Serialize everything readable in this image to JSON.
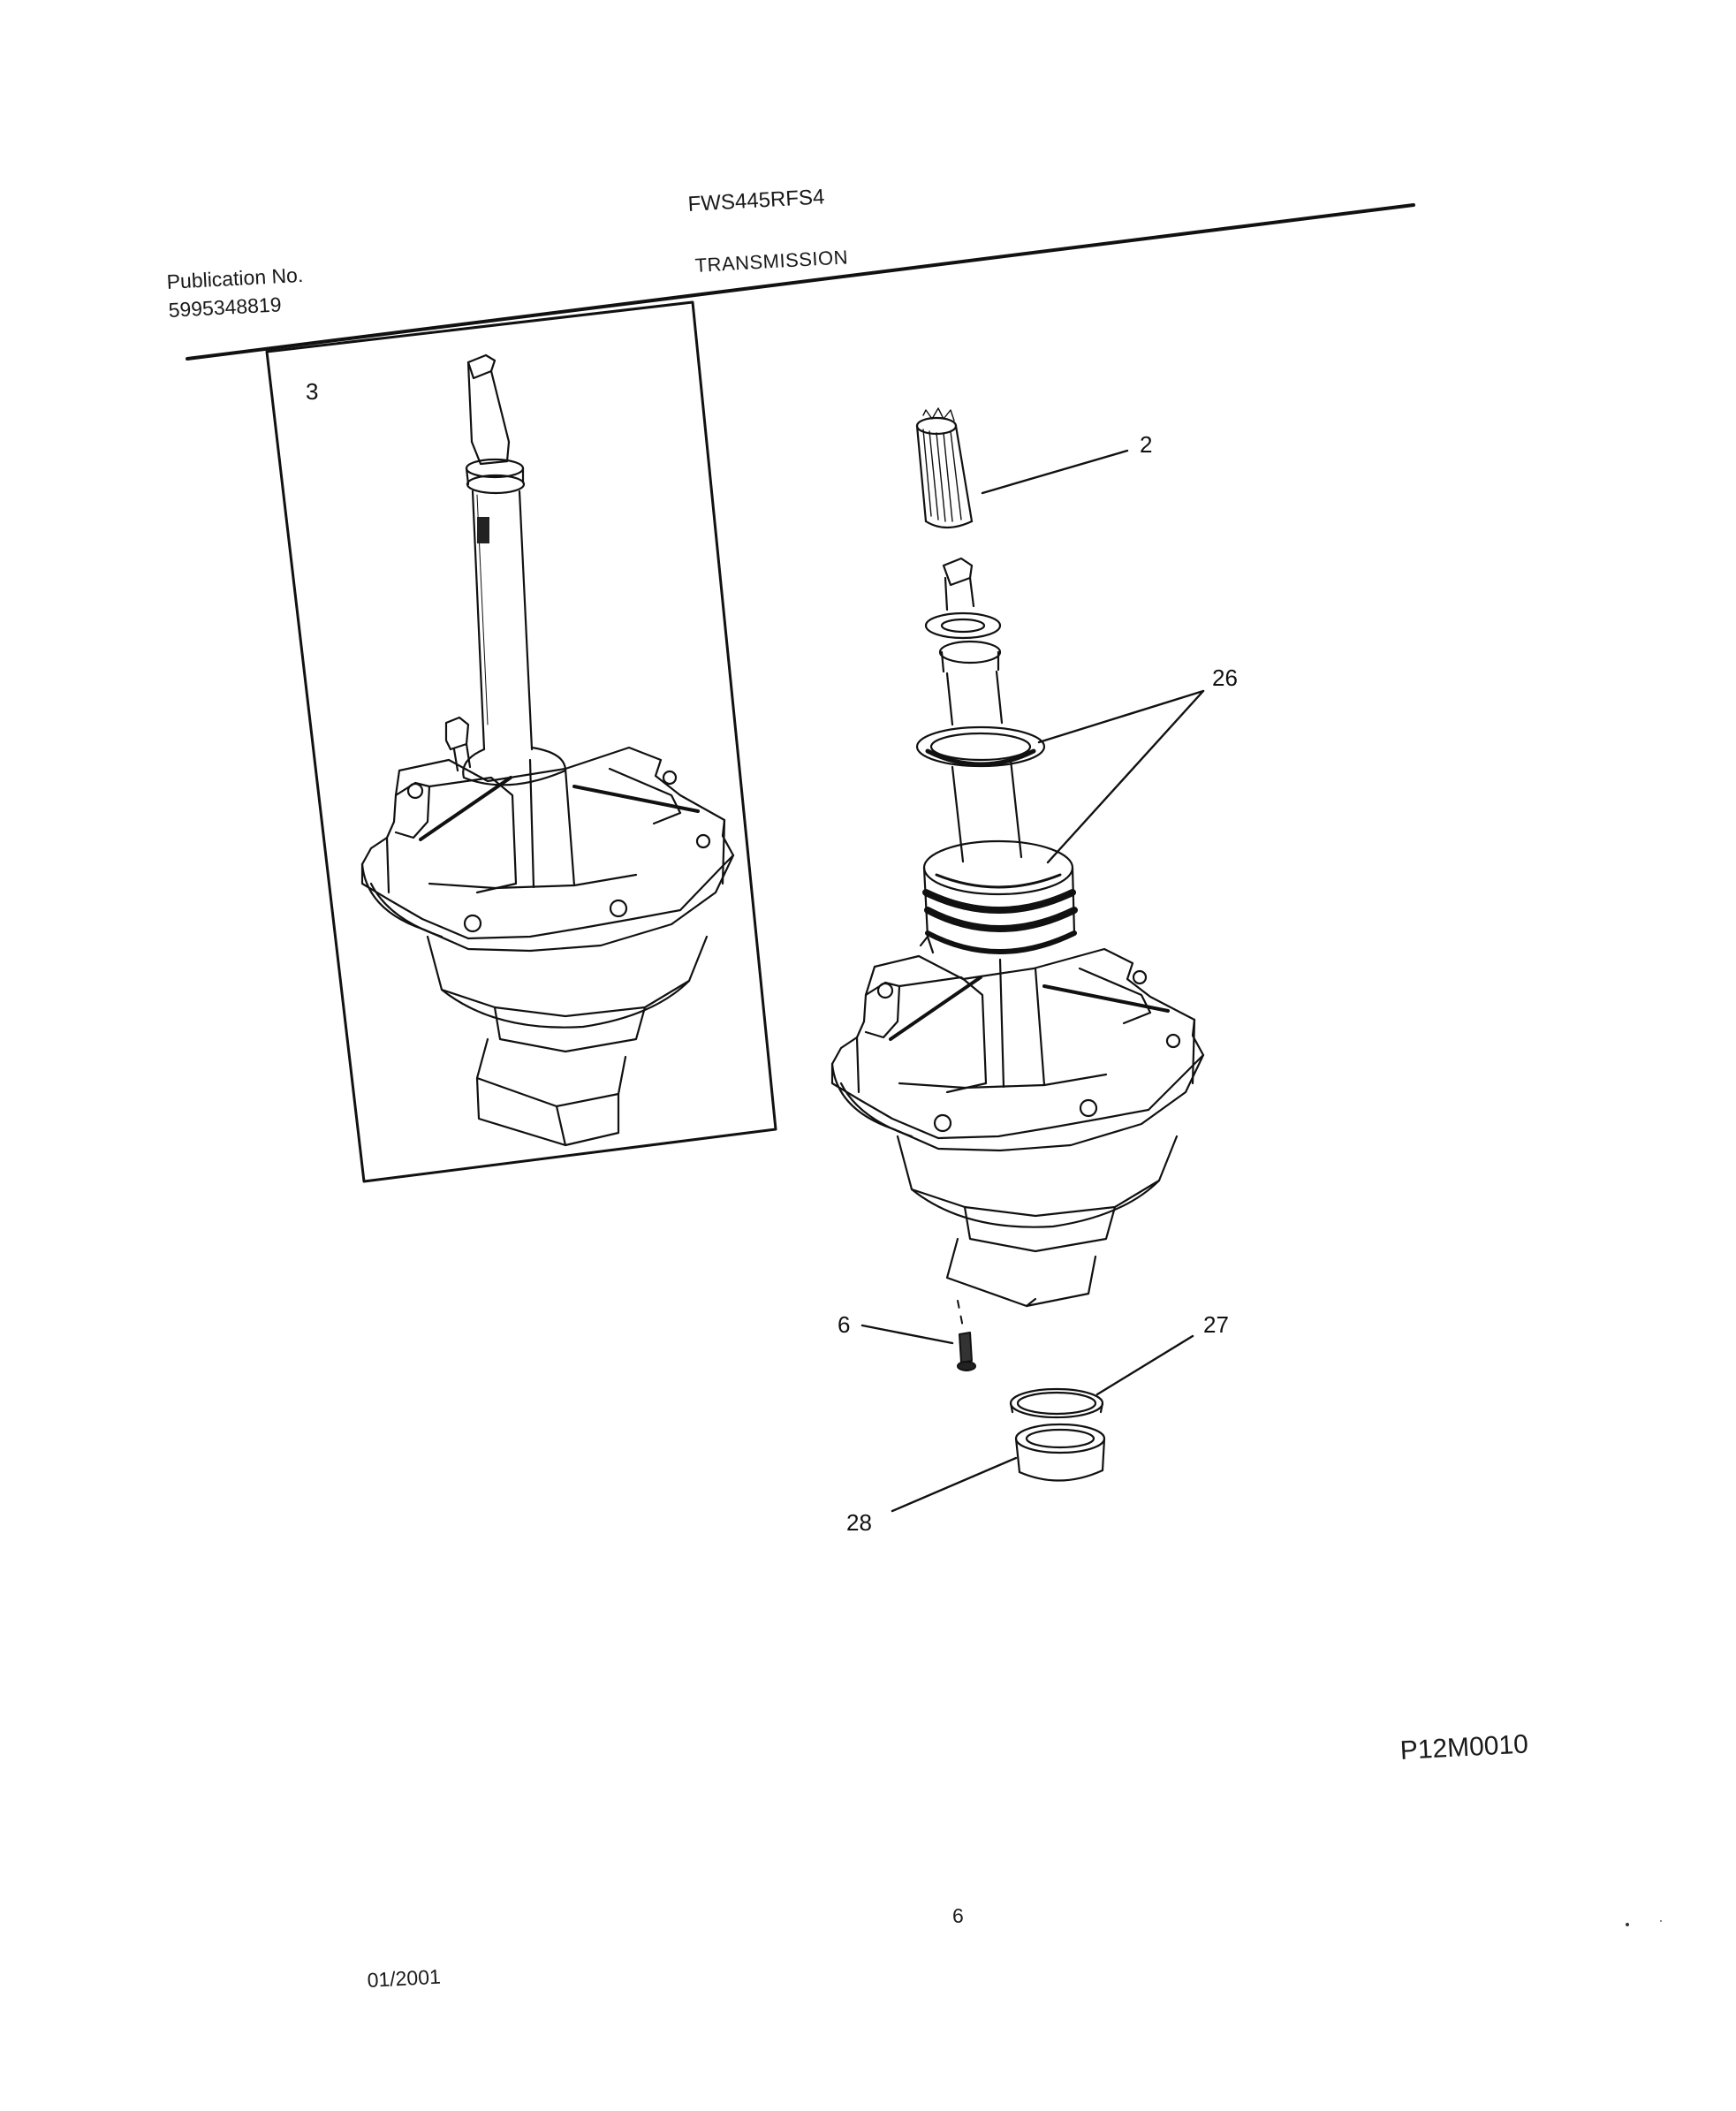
{
  "header": {
    "model": "FWS445RFS4",
    "section_title": "TRANSMISSION",
    "publication_label": "Publication No.",
    "publication_number": "5995348819"
  },
  "callouts": {
    "part_3": "3",
    "part_2": "2",
    "part_26": "26",
    "part_6": "6",
    "part_27": "27",
    "part_28": "28"
  },
  "footer": {
    "figure_code": "P12M0010",
    "page_number": "6",
    "date": "01/2001"
  }
}
